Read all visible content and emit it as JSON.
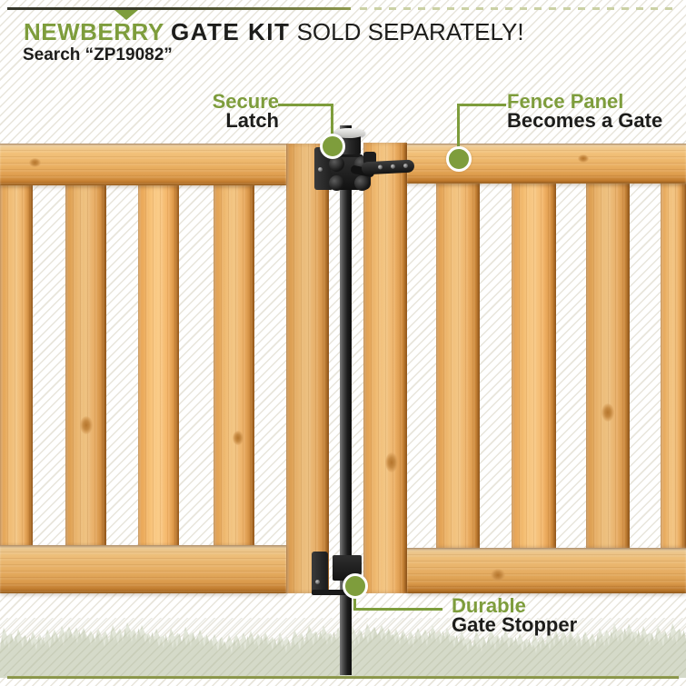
{
  "header": {
    "brand": "NEWBERRY",
    "product": "GATE KIT",
    "note": "SOLD SEPARATELY!",
    "search": "Search “ZP19082”"
  },
  "callouts": {
    "latch": {
      "highlight": "Secure",
      "label": "Latch"
    },
    "gate_panel": {
      "highlight": "Fence Panel",
      "label": "Becomes a Gate"
    },
    "stopper": {
      "highlight": "Durable",
      "label": "Gate Stopper"
    }
  },
  "colors": {
    "accent_green": "#7E9D3C",
    "text_dark": "#1D1D1B",
    "rule_dashed": "#CBD1A5",
    "rule_bottom": "#8E9B52",
    "wood_light": "#F3C685",
    "wood_mid": "#E9AD60",
    "wood_dark": "#A96B24",
    "hardware_black": "#1C1C1C",
    "grass_back": "#E2E6D9",
    "grass_front": "#D5DAC9"
  }
}
